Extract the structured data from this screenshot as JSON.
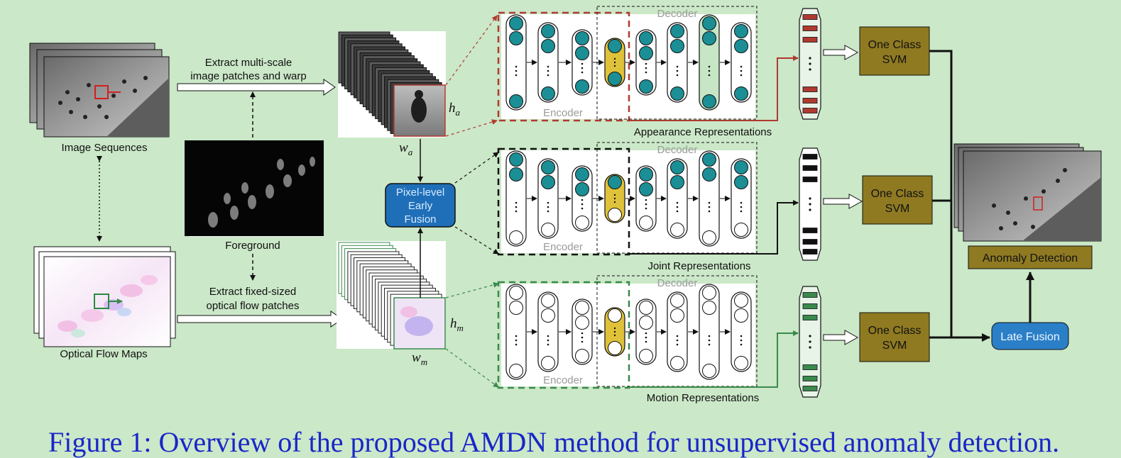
{
  "inputs": {
    "image_sequences": "Image Sequences",
    "optical_flow_maps": "Optical Flow Maps",
    "foreground": "Foreground"
  },
  "steps": {
    "extract_image_line1": "Extract multi-scale",
    "extract_image_line2": "image patches and warp",
    "extract_flow_line1": "Extract fixed-sized",
    "extract_flow_line2": "optical flow patches"
  },
  "symbols": {
    "h_a": "h",
    "h_a_sub": "a",
    "w_a": "w",
    "w_a_sub": "a",
    "h_m": "h",
    "h_m_sub": "m",
    "w_m": "w",
    "w_m_sub": "m"
  },
  "fusion": {
    "early_line1": "Pixel-level",
    "early_line2": "Early",
    "early_line3": "Fusion",
    "late": "Late Fusion"
  },
  "autoencoders": [
    {
      "encoder": "Encoder",
      "decoder": "Decoder",
      "representation": "Appearance Representations",
      "color": "#b03a30"
    },
    {
      "encoder": "Encoder",
      "decoder": "Decoder",
      "representation": "Joint  Representations",
      "color": "#111111"
    },
    {
      "encoder": "Encoder",
      "decoder": "Decoder",
      "representation": "Motion Representations",
      "color": "#3a8a4c"
    }
  ],
  "svm": {
    "line1": "One Class",
    "line2": "SVM"
  },
  "output": {
    "anomaly_detection": "Anomaly Detection"
  },
  "caption": "Figure 1: Overview of the proposed AMDN method for unsupervised anomaly detection.",
  "colors": {
    "background": "#cbe8c8",
    "teal_node": "#1b8f95",
    "bottleneck": "#e0c23a",
    "svm_box": "#8f7a22",
    "late_fusion": "#2a7fc7",
    "early_fusion": "#1f6fb8",
    "caption": "#1a26c8"
  }
}
